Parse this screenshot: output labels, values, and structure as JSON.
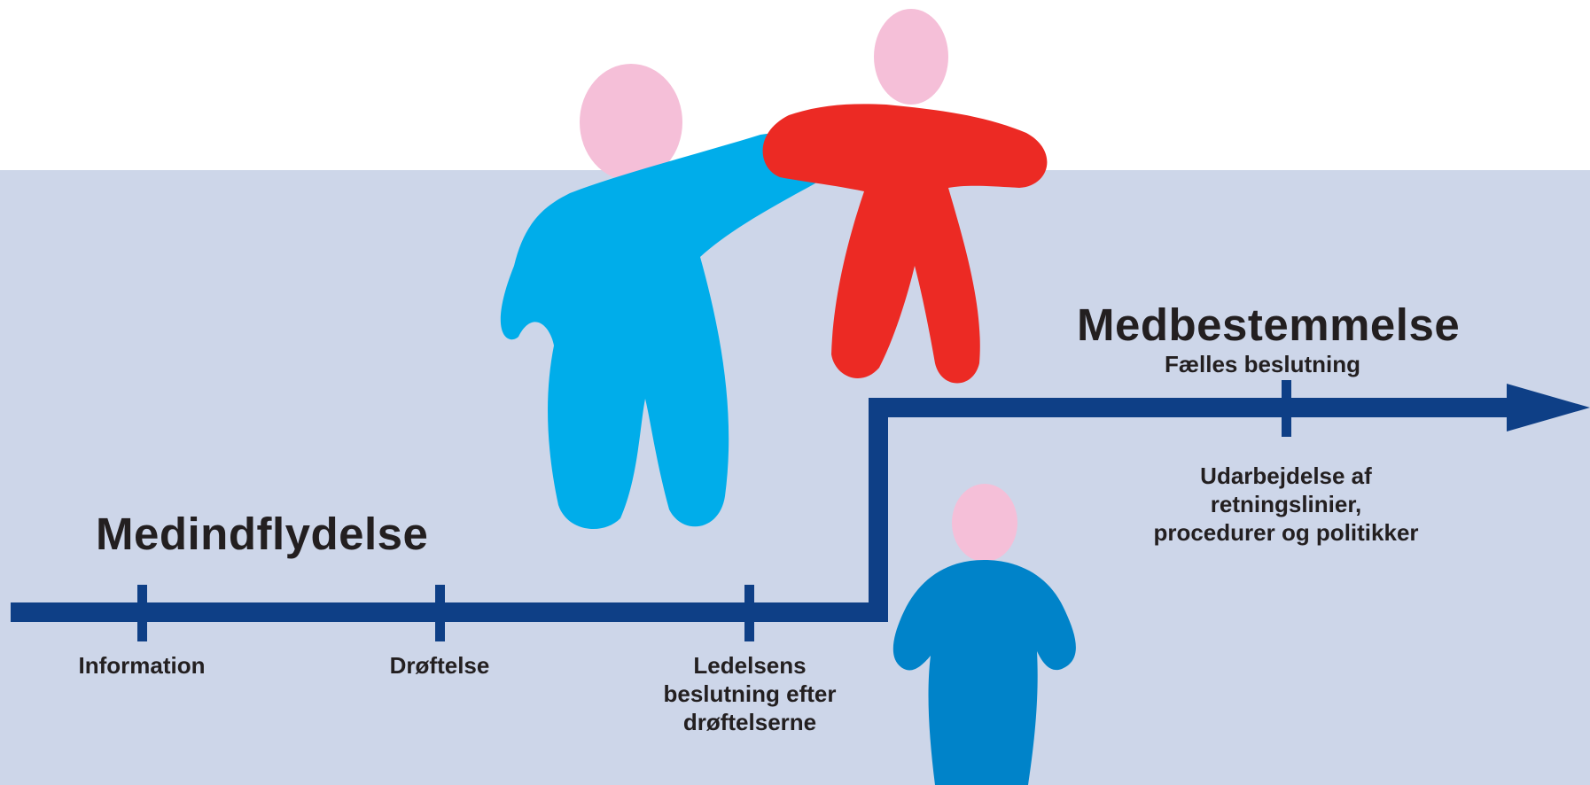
{
  "colors": {
    "background_band": "#cdd6e9",
    "timeline": "#0e3f86",
    "person_light_blue": "#00adea",
    "person_red": "#ec2a24",
    "person_dark_blue": "#0083c9",
    "head": "#f5bfd8",
    "text": "#231f20"
  },
  "phases": {
    "lower": {
      "title": "Medindflydelse"
    },
    "upper": {
      "title": "Medbestemmelse",
      "subtitle": "Fælles beslutning"
    }
  },
  "milestones": {
    "information": "Information",
    "discussion": "Drøftelse",
    "management_decision": "Ledelsens\nbeslutning efter\ndrøftelserne",
    "guidelines": "Udarbejdelse af\nretningslinier,\nprocedurer og politikker"
  },
  "icons": [
    "person-light-blue-icon",
    "person-red-icon",
    "person-dark-blue-icon",
    "arrow-head-icon"
  ]
}
